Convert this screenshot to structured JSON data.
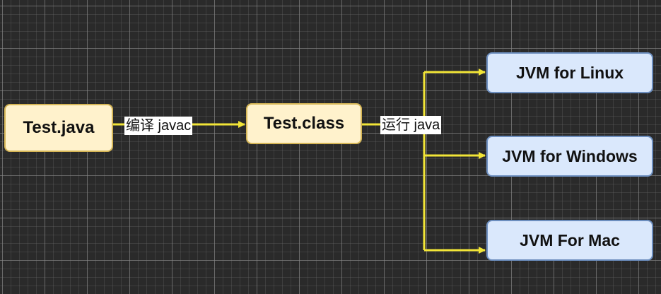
{
  "diagram": {
    "nodes": {
      "source": {
        "label": "Test.java"
      },
      "bytecode": {
        "label": "Test.class"
      },
      "jvm_linux": {
        "label": "JVM for Linux"
      },
      "jvm_windows": {
        "label": "JVM for Windows"
      },
      "jvm_mac": {
        "label": "JVM For Mac"
      }
    },
    "edges": {
      "compile": {
        "label": "编译 javac"
      },
      "run": {
        "label": "运行 java"
      }
    },
    "colors": {
      "background": "#2a2a2a",
      "grid": "#8c8c8c",
      "arrow": "#f2e537",
      "source_fill": "#fff2cc",
      "source_border": "#d6b656",
      "jvm_fill": "#dae8fc",
      "jvm_border": "#6c8ebf"
    }
  }
}
